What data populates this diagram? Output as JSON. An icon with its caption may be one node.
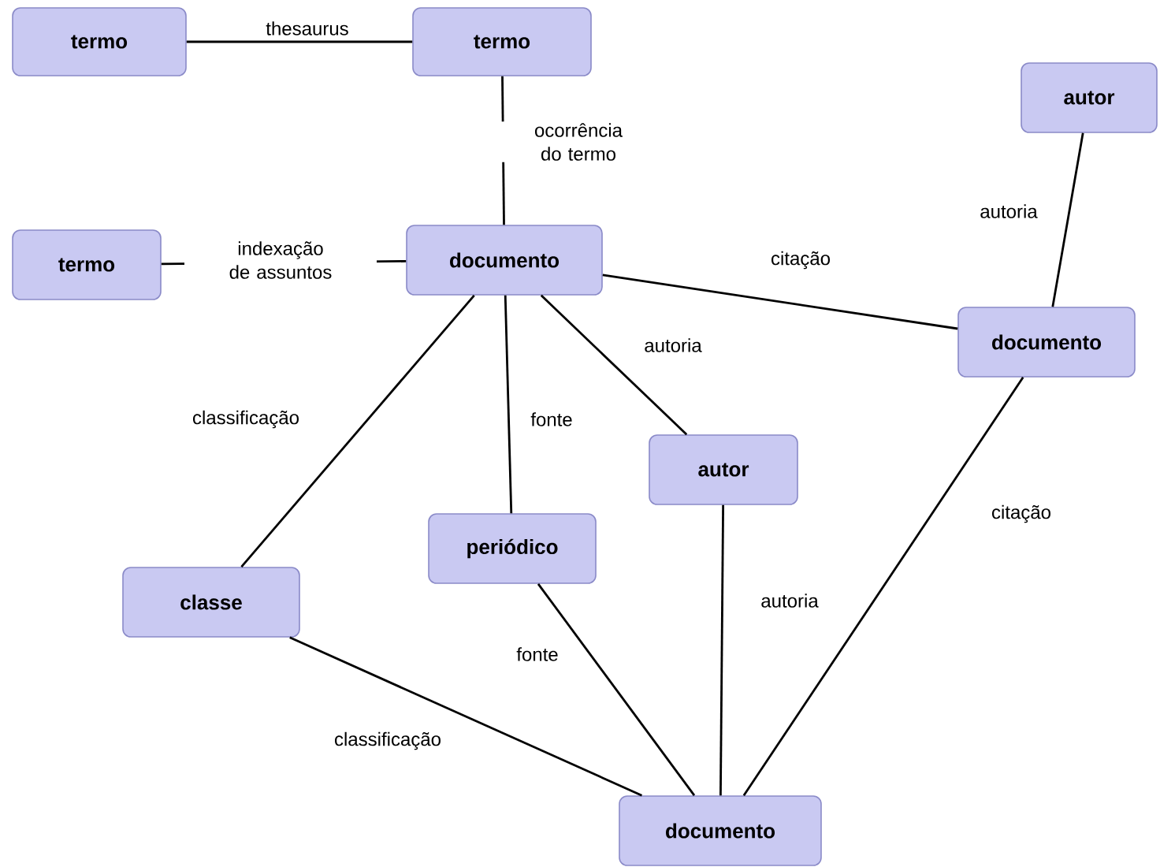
{
  "diagram": {
    "nodes": [
      {
        "text": [
          "termo"
        ]
      },
      {
        "text": [
          "termo"
        ]
      },
      {
        "text": [
          "termo"
        ]
      },
      {
        "text": [
          "documento"
        ]
      },
      {
        "text": [
          "autor"
        ]
      },
      {
        "text": [
          "documento"
        ]
      },
      {
        "text": [
          "autor"
        ]
      },
      {
        "text": [
          "periódico"
        ]
      },
      {
        "text": [
          "classe"
        ]
      },
      {
        "text": [
          "documento"
        ]
      }
    ],
    "edges": [
      {
        "from": 0,
        "to": 1,
        "arrow": "none",
        "label": "thesaurus"
      },
      {
        "from": 1,
        "to": 3,
        "arrow": "none",
        "label": "ocorrência do termo"
      },
      {
        "from": 2,
        "to": 3,
        "arrow": "none",
        "label": "indexação de assuntos"
      },
      {
        "from": 3,
        "to": 5,
        "arrow": "none",
        "label": "citação"
      },
      {
        "from": 4,
        "to": 5,
        "arrow": "none",
        "label": "autoria"
      },
      {
        "from": 3,
        "to": 6,
        "arrow": "none",
        "label": "autoria"
      },
      {
        "from": 3,
        "to": 7,
        "arrow": "none",
        "label": "fonte"
      },
      {
        "from": 3,
        "to": 8,
        "arrow": "none",
        "label": "classificação"
      },
      {
        "from": 5,
        "to": 9,
        "arrow": "none",
        "label": "citação"
      },
      {
        "from": 6,
        "to": 9,
        "arrow": "none",
        "label": "autoria"
      },
      {
        "from": 7,
        "to": 9,
        "arrow": "none",
        "label": "fonte"
      },
      {
        "from": 8,
        "to": 9,
        "arrow": "none",
        "label": "classificação"
      }
    ]
  }
}
